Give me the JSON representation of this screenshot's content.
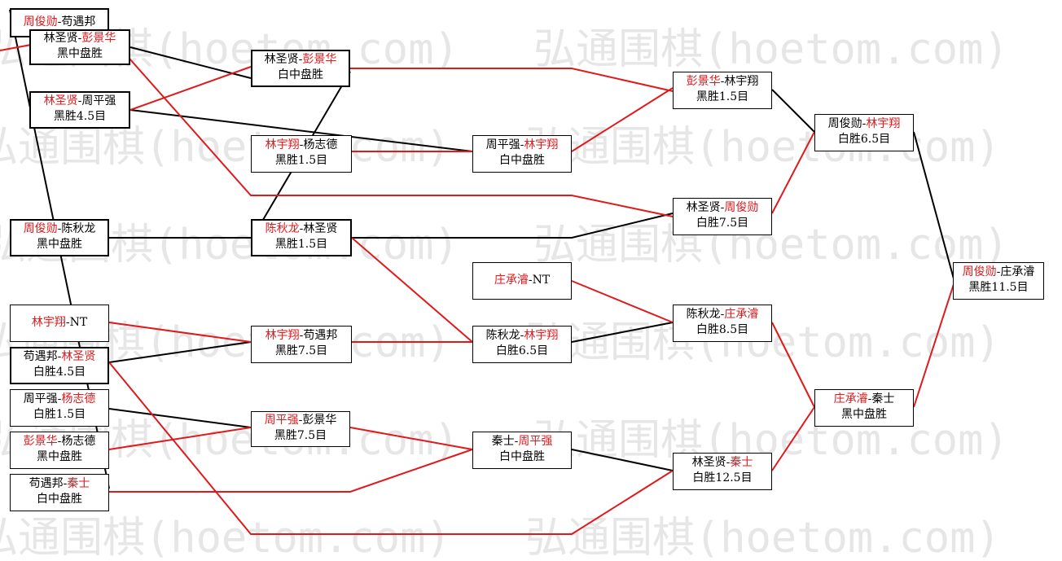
{
  "watermark": "弘通围棋(hoetom.com)",
  "colors": {
    "winner": "#e0191b",
    "loser": "#000000",
    "watermark": "#c8c8c8"
  },
  "matches": {
    "m1": {
      "a": "周俊勋",
      "b": "苟遇邦",
      "win": "a",
      "result": ""
    },
    "m2": {
      "a": "林圣贤",
      "b": "彭景华",
      "win": "b",
      "result": "黑中盘胜"
    },
    "m3": {
      "a": "林圣贤",
      "b": "周平强",
      "win": "a",
      "result": "黑胜4.5目"
    },
    "m4": {
      "a": "周俊勋",
      "b": "陈秋龙",
      "win": "a",
      "result": "黑中盘胜"
    },
    "m5": {
      "a": "林宇翔",
      "b": "NT",
      "win": "a",
      "result": ""
    },
    "m6": {
      "a": "苟遇邦",
      "b": "林圣贤",
      "win": "b",
      "result": "白胜4.5目"
    },
    "m7": {
      "a": "周平强",
      "b": "杨志德",
      "win": "b",
      "result": "白胜1.5目"
    },
    "m8": {
      "a": "彭景华",
      "b": "杨志德",
      "win": "a",
      "result": "黑中盘胜"
    },
    "m9": {
      "a": "苟遇邦",
      "b": "秦士",
      "win": "b",
      "result": "白中盘胜"
    },
    "r2a": {
      "a": "林圣贤",
      "b": "彭景华",
      "win": "b",
      "result": "白中盘胜"
    },
    "r2b": {
      "a": "林宇翔",
      "b": "杨志德",
      "win": "a",
      "result": "黑胜1.5目"
    },
    "r2c": {
      "a": "陈秋龙",
      "b": "林圣贤",
      "win": "a",
      "result": "黑胜1.5目"
    },
    "r2d": {
      "a": "林宇翔",
      "b": "苟遇邦",
      "win": "a",
      "result": "黑胜7.5目"
    },
    "r2e": {
      "a": "周平强",
      "b": "彭景华",
      "win": "a",
      "result": "黑胜7.5目"
    },
    "r3a": {
      "a": "周平强",
      "b": "林宇翔",
      "win": "b",
      "result": "白中盘胜"
    },
    "r3b": {
      "a": "庄承濬",
      "b": "NT",
      "win": "a",
      "result": ""
    },
    "r3c": {
      "a": "陈秋龙",
      "b": "林宇翔",
      "win": "b",
      "result": "白胜6.5目"
    },
    "r3d": {
      "a": "秦士",
      "b": "周平强",
      "win": "b",
      "result": "白中盘胜"
    },
    "r4a": {
      "a": "彭景华",
      "b": "林宇翔",
      "win": "a",
      "result": "黑胜1.5目"
    },
    "r4b": {
      "a": "林圣贤",
      "b": "周俊勋",
      "win": "b",
      "result": "白胜7.5目"
    },
    "r4c": {
      "a": "陈秋龙",
      "b": "庄承濬",
      "win": "b",
      "result": "白胜8.5目"
    },
    "r4d": {
      "a": "林圣贤",
      "b": "秦士",
      "win": "b",
      "result": "白胜12.5目"
    },
    "r5a": {
      "a": "周俊勋",
      "b": "林宇翔",
      "win": "b",
      "result": "白胜6.5目"
    },
    "r5b": {
      "a": "庄承濬",
      "b": "秦士",
      "win": "a",
      "result": "黑中盘胜"
    },
    "final": {
      "a": "周俊勋",
      "b": "庄承濬",
      "win": "a",
      "result": "黑胜11.5目"
    }
  }
}
